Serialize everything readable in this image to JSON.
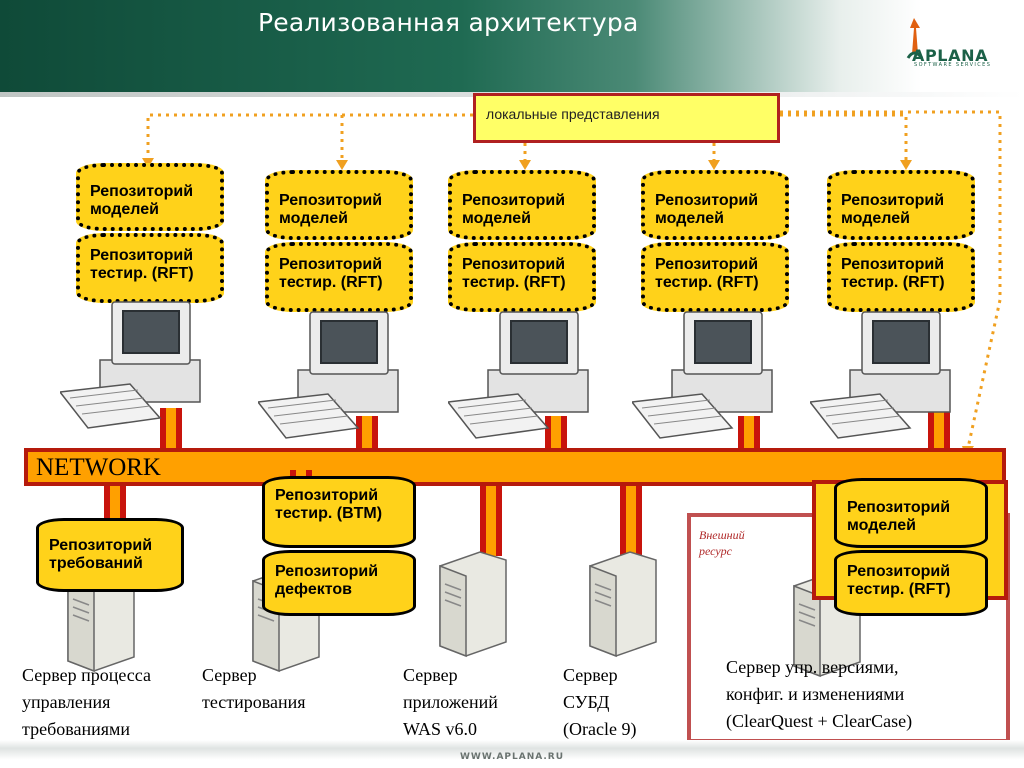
{
  "header": {
    "title": "Реализованная архитектура",
    "logo_name": "APLANA",
    "logo_subtitle": "SOFTWARE SERVICES"
  },
  "local_views_label": "локальные представления",
  "workstations": [
    {
      "model_repo": "Репозиторий моделей",
      "test_repo": "Репозиторий тестир. (RFT)"
    },
    {
      "model_repo": "Репозиторий моделей",
      "test_repo": "Репозиторий тестир. (RFT)"
    },
    {
      "model_repo": "Репозиторий моделей",
      "test_repo": "Репозиторий тестир. (RFT)"
    },
    {
      "model_repo": "Репозиторий моделей",
      "test_repo": "Репозиторий тестир. (RFT)"
    },
    {
      "model_repo": "Репозиторий моделей",
      "test_repo": "Репозиторий тестир. (RFT)"
    }
  ],
  "network_label": "NETWORK",
  "servers": {
    "requirements": {
      "repo": "Репозиторий требований",
      "caption_lines": [
        "Сервер процесса",
        "управления",
        "требованиями"
      ]
    },
    "testing": {
      "repo_test": "Репозиторий тестир. (BTM)",
      "repo_defects": "Репозиторий дефектов",
      "caption_lines": [
        "Сервер",
        "тестирования"
      ]
    },
    "applications": {
      "caption_lines": [
        "Сервер",
        "приложений",
        "WAS v6.0"
      ]
    },
    "dbms": {
      "caption_lines": [
        "Сервер",
        "СУБД",
        "(Oracle 9)"
      ]
    },
    "version_control": {
      "repo_models": "Репозиторий моделей",
      "repo_test": "Репозиторий тестир. (RFT)",
      "caption_lines": [
        "Сервер упр. версиями,",
        "конфиг. и изменениями",
        "(ClearQuest + ClearCase)"
      ]
    }
  },
  "external_resource_label_lines": [
    "Внешний",
    "ресурс"
  ],
  "footer": "WWW.APLANA.RU",
  "colors": {
    "header_green": "#1f6a52",
    "repository_yellow": "#ffd21a",
    "network_orange": "#ffa000",
    "network_border_red": "#b51a0c",
    "connector_dotted": "#f0a020",
    "external_border": "#c05050"
  }
}
